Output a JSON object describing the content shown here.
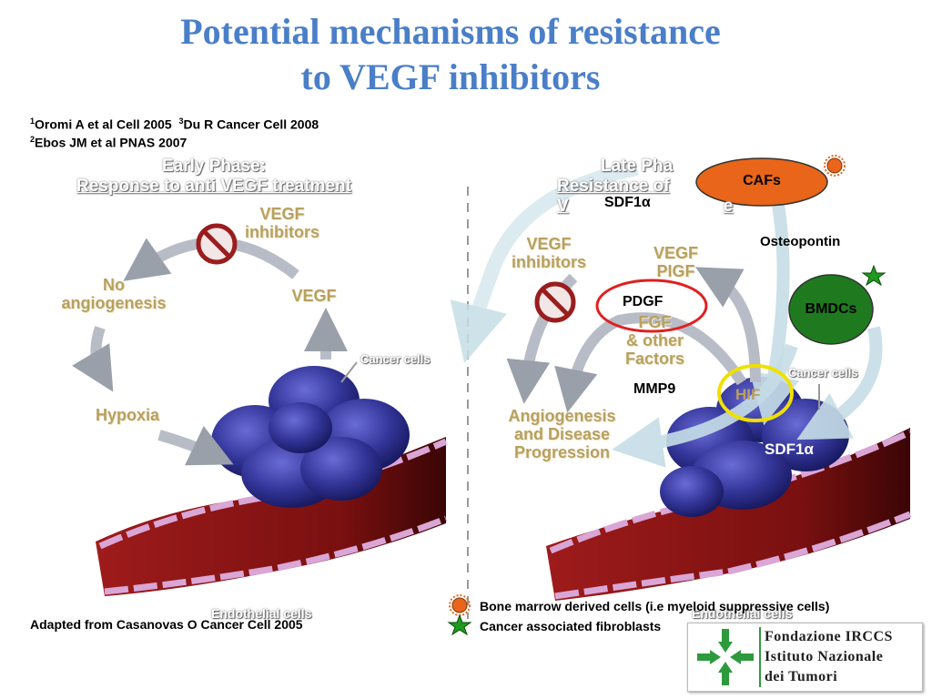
{
  "title": {
    "line1": "Potential mechanisms of resistance",
    "line2": "to VEGF inhibitors"
  },
  "references": {
    "ref1_sup": "1",
    "ref1": "Oromi A et al Cell 2005",
    "ref3_sup": "3",
    "ref3": "Du R Cancer Cell 2008",
    "ref2_sup": "2",
    "ref2": "Ebos JM et al PNAS 2007"
  },
  "early_phase": {
    "heading1": "Early Phase:",
    "heading2": "Response to anti VEGF treatment",
    "vegf_inhibitors1": "VEGF",
    "vegf_inhibitors2": "inhibitors",
    "vegf": "VEGF",
    "no_angio1": "No",
    "no_angio2": "angiogenesis",
    "hypoxia": "Hypoxia",
    "cancer_cells": "Cancer cells",
    "endothelial_cells": "Endothelial cells"
  },
  "late_phase": {
    "heading1": "Late Pha",
    "heading2": "Resistance of V",
    "heading2_tail": "e",
    "sdf1": "SDF1α",
    "cafs": "CAFs",
    "osteopontin": "Osteopontin",
    "vegf_inhibitors1": "VEGF",
    "vegf_inhibitors2": "inhibitors",
    "vegf_pigf1": "VEGF",
    "vegf_pigf2": "PIGF",
    "pdgf": "PDGF",
    "fgf1": "FGF",
    "fgf2": "& other",
    "fgf3": "Factors",
    "bmdcs": "BMDCs",
    "mmp9": "MMP9",
    "hif": "HIF",
    "cancer_cells": "Cancer cells",
    "angio1": "Angiogenesis",
    "angio2": "and Disease",
    "angio3": "Progression",
    "sdf1_lower": "SDF1α",
    "endothelial_cells": "Endothelial cells"
  },
  "legend": {
    "item1": "Bone marrow derived cells (i.e myeloid suppressive cells)",
    "item2": "Cancer associated fibroblasts"
  },
  "adapted": "Adapted from Casanovas O Cancer Cell 2005",
  "logo": {
    "line1": "Fondazione IRCCS",
    "line2": "Istituto Nazionale",
    "line3": "dei Tumori"
  },
  "colors": {
    "title": "#4a7fc8",
    "vessel": "#8b1a1a",
    "tumor": "#2e2f8a",
    "cafs": "#e8651a",
    "bmdcs": "#1f7a1f",
    "pdgf_ring": "#e02020",
    "hif_ring": "#f0e000",
    "olive_text": "#b8a060"
  }
}
